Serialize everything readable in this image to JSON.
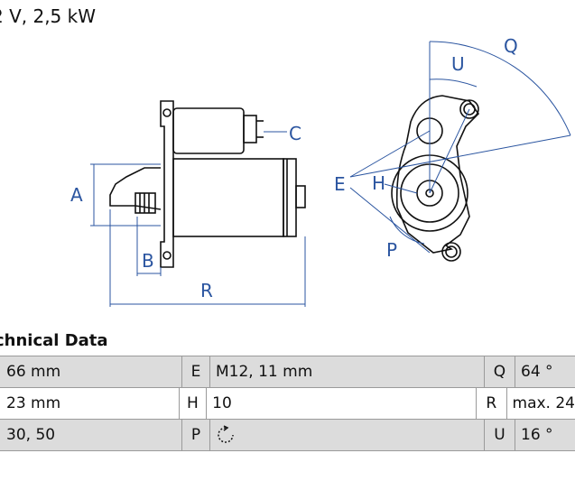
{
  "subtitle": "2 V, 2,5 kW",
  "diagram": {
    "labels": {
      "a": "A",
      "b": "B",
      "c": "C",
      "e": "E",
      "h": "H",
      "p": "P",
      "q": "Q",
      "r": "R",
      "u": "U"
    },
    "line_color": "#2b55a0"
  },
  "section_title": "chnical Data",
  "table": {
    "rows": [
      {
        "v1": "66 mm",
        "k2": "E",
        "v2": "M12, 11 mm",
        "k3": "Q",
        "v3": "64 °"
      },
      {
        "v1": "23 mm",
        "k2": "H",
        "v2": "10",
        "k3": "R",
        "v3": "max. 24"
      },
      {
        "v1": "30, 50",
        "k2": "P",
        "v2": "rotation-counterclockwise-icon",
        "k3": "U",
        "v3": "16 °"
      }
    ]
  }
}
